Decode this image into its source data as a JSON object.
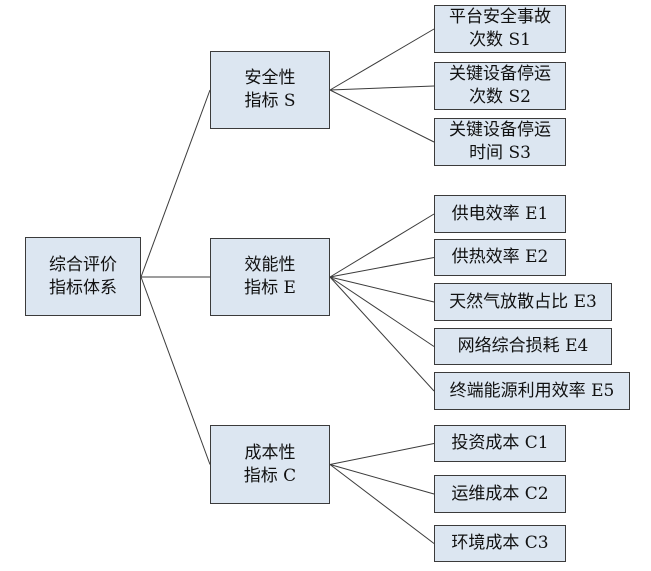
{
  "colors": {
    "box_fill": "#dce6f1",
    "line": "#3b3b3b",
    "text": "#111111"
  },
  "root": {
    "lines": [
      "综合评价",
      "指标体系"
    ]
  },
  "categories": [
    {
      "lines": [
        "安全性",
        "指标 S"
      ],
      "leaves": [
        {
          "lines": [
            "平台安全事故",
            "次数 S1"
          ]
        },
        {
          "lines": [
            "关键设备停运",
            "次数 S2"
          ]
        },
        {
          "lines": [
            "关键设备停运",
            "时间 S3"
          ]
        }
      ]
    },
    {
      "lines": [
        "效能性",
        "指标 E"
      ],
      "leaves": [
        {
          "lines": [
            "供电效率 E1"
          ]
        },
        {
          "lines": [
            "供热效率 E2"
          ]
        },
        {
          "lines": [
            "天然气放散占比 E3"
          ]
        },
        {
          "lines": [
            "网络综合损耗 E4"
          ]
        },
        {
          "lines": [
            "终端能源利用效率 E5"
          ]
        }
      ]
    },
    {
      "lines": [
        "成本性",
        "指标 C"
      ],
      "leaves": [
        {
          "lines": [
            "投资成本 C1"
          ]
        },
        {
          "lines": [
            "运维成本 C2"
          ]
        },
        {
          "lines": [
            "环境成本 C3"
          ]
        }
      ]
    }
  ]
}
